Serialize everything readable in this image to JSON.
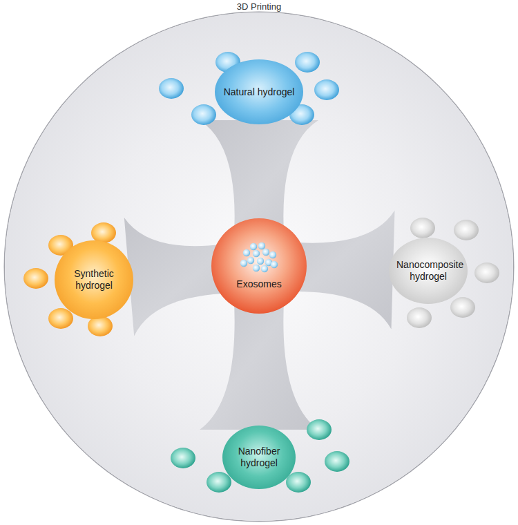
{
  "diagram": {
    "nodes": [
      {
        "text": [
          "3D Printing"
        ]
      },
      {
        "text": [
          "Natural hydrogel"
        ],
        "in": 0
      },
      {
        "text": [
          "Synthetic hydrogel"
        ],
        "in": 0
      },
      {
        "text": [
          "Exosomes"
        ],
        "in": 0
      },
      {
        "text": [
          "Nanocomposite hydrogel"
        ],
        "in": 0
      },
      {
        "text": [
          "Nanofiber hydrogel"
        ],
        "in": 0
      }
    ],
    "edges": [
      {
        "from": 3,
        "to": 1,
        "arrow": "none"
      },
      {
        "from": 3,
        "to": 2,
        "arrow": "none"
      },
      {
        "from": 3,
        "to": 4,
        "arrow": "none"
      },
      {
        "from": 3,
        "to": 5,
        "arrow": "none"
      }
    ]
  }
}
